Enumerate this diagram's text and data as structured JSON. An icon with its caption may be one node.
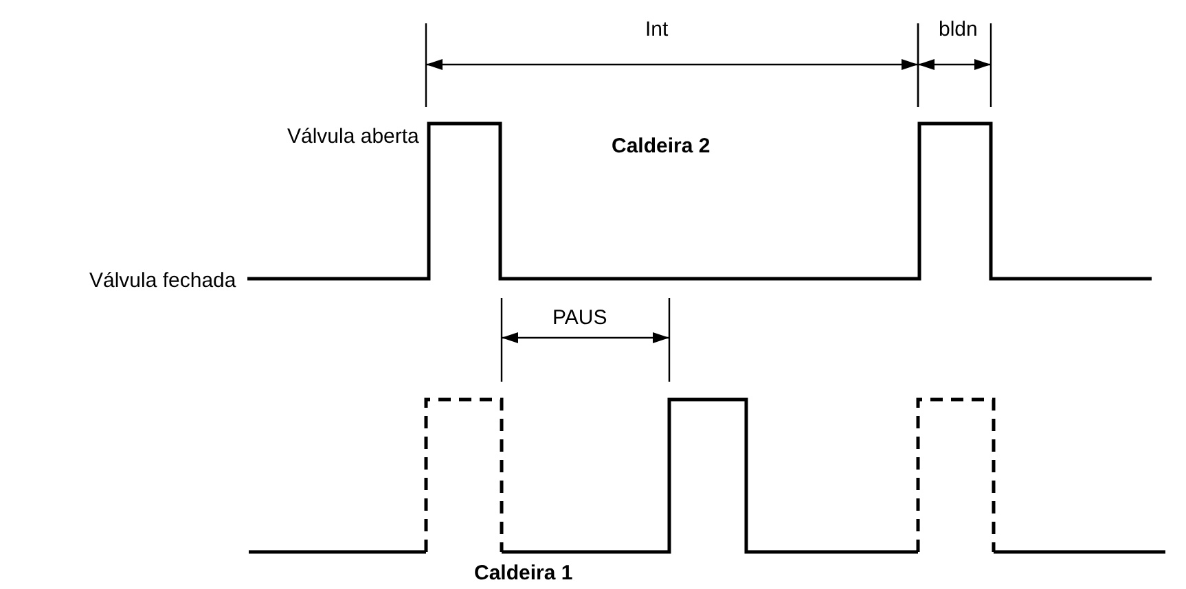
{
  "diagram": {
    "labels": [
      "Int",
      "bldn",
      "Válvula aberta",
      "Caldeira 2",
      "Válvula fechada",
      "PAUS",
      "Caldeira 1"
    ]
  }
}
